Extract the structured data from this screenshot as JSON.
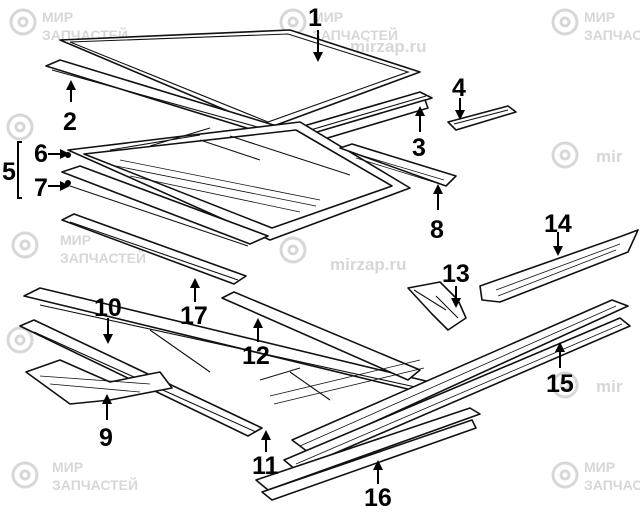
{
  "watermark": {
    "line1": "МИР",
    "line2": "ЗАПЧАСТЕЙ",
    "site": "mirzap.ru",
    "short": "mir"
  },
  "callouts": [
    "1",
    "2",
    "3",
    "4",
    "5",
    "6",
    "7",
    "8",
    "9",
    "10",
    "11",
    "12",
    "13",
    "14",
    "15",
    "16",
    "17"
  ]
}
